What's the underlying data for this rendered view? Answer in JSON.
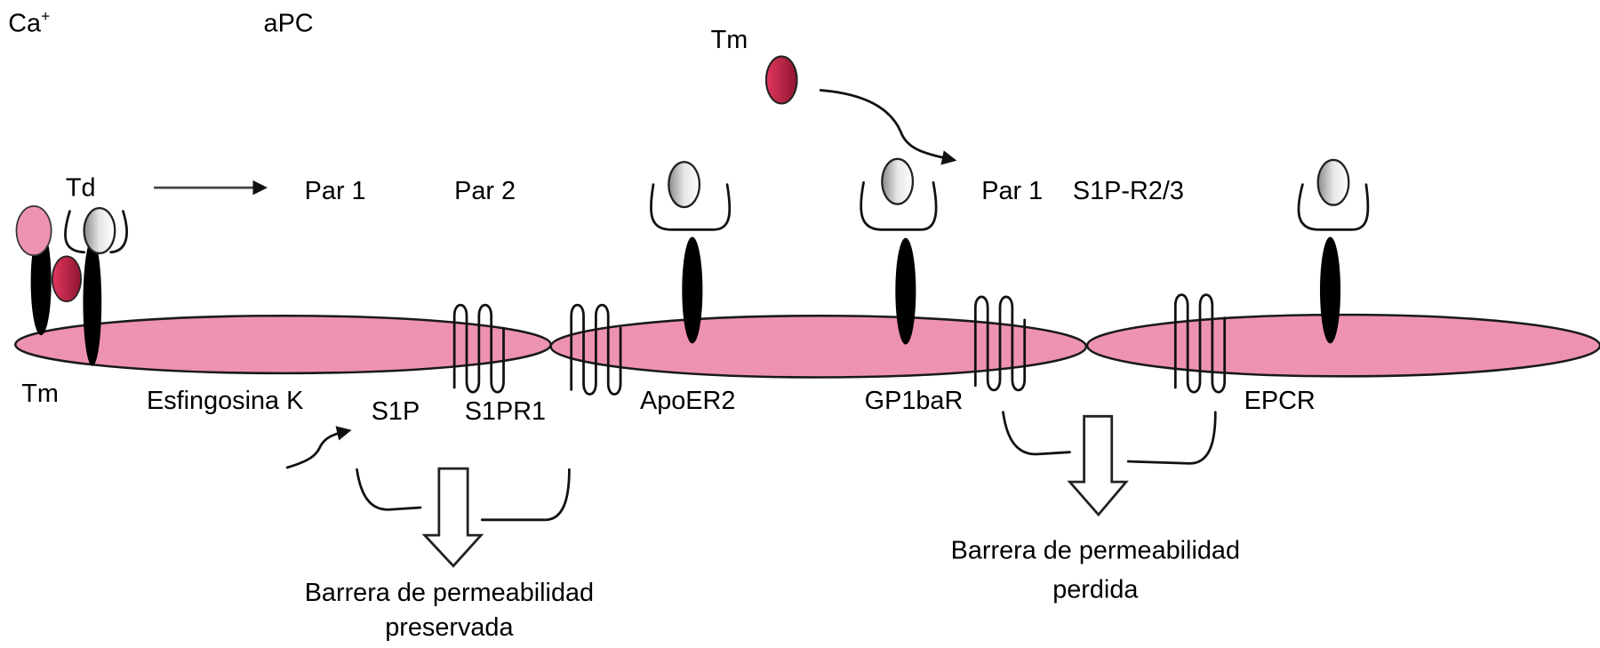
{
  "figure": {
    "top_labels": {
      "calcium": "Ca",
      "calcium_charge": "+",
      "apc": "aPC",
      "tm_free": "Tm",
      "td": "Td"
    },
    "receptor_labels_top": {
      "par1_left": "Par 1",
      "par2": "Par 2",
      "par1_right": "Par 1",
      "s1p_r23": "S1P-R2/3"
    },
    "membrane_labels": {
      "tm": "Tm",
      "esfingosina_k": "Esfingosina K",
      "s1p": "S1P",
      "s1pr1": "S1PR1",
      "apoer2": "ApoER2",
      "gp1bar": "GP1baR",
      "epcr": "EPCR"
    },
    "outcomes": {
      "left_line1": "Barrera de permeabilidad",
      "left_line2": "preservada",
      "right_line1": "Barrera de permeabilidad",
      "right_line2": "perdida"
    },
    "colors": {
      "membrane": "#ee92b3",
      "thrombin_red": "#c8264a",
      "protein_pink": "#ee92b3",
      "protein_gray": "#9a9a9a"
    }
  }
}
